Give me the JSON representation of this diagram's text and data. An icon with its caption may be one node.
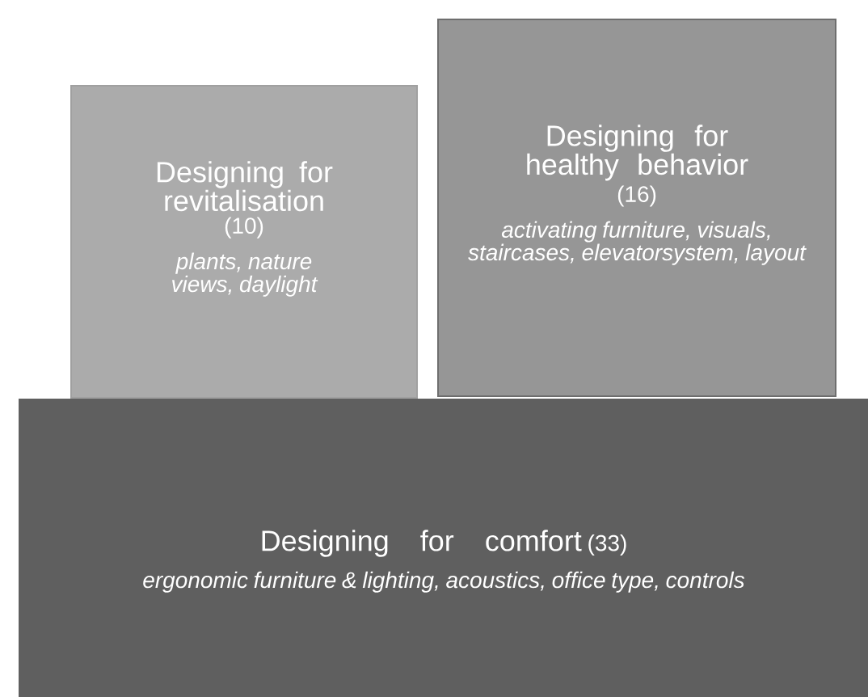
{
  "diagram": {
    "nodes": [
      {
        "text": [
          "Designing for revitalisation",
          "(10)",
          "plants, nature views, daylight"
        ]
      },
      {
        "text": [
          "Designing for healthy behavior",
          "(16)",
          "activating furniture, visuals, staircases, elevatorsystem, layout"
        ]
      },
      {
        "text": [
          "Designing for comfort",
          "(33)",
          "ergonomic furniture & lighting, acoustics, office type, controls"
        ]
      }
    ]
  }
}
